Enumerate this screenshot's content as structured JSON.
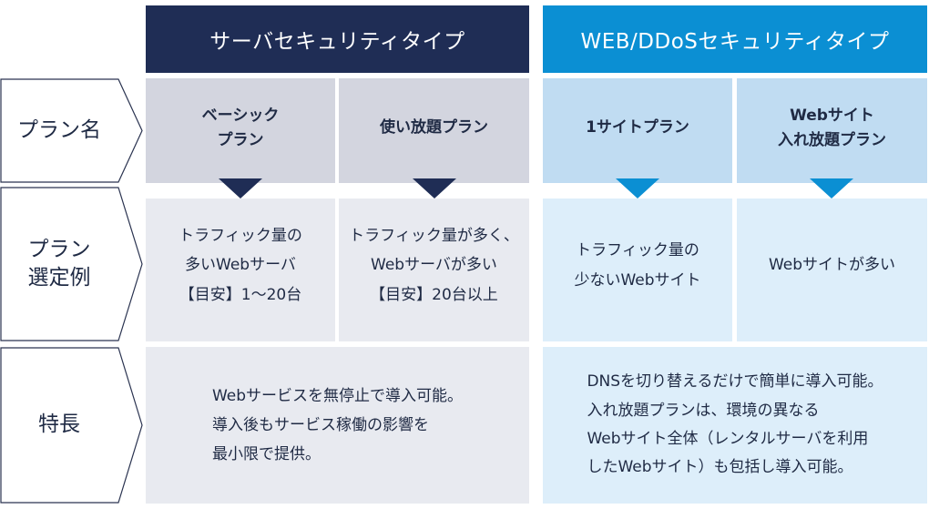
{
  "headers": {
    "server": "サーバセキュリティタイプ",
    "web": "WEB/DDoSセキュリティタイプ"
  },
  "rows": {
    "plan_name": "プラン名",
    "example": "プラン\n選定例",
    "features": "特長"
  },
  "plans": {
    "basic": "ベーシック\nプラン",
    "unlimited": "使い放題プラン",
    "one_site": "1サイトプラン",
    "web_unlimited": "Webサイト\n入れ放題プラン"
  },
  "examples": {
    "basic": "トラフィック量の\n多いWebサーバ\n【目安】1〜20台",
    "unlimited": "トラフィック量が多く、\nWebサーバが多い\n【目安】20台以上",
    "one_site": "トラフィック量の\n少ないWebサイト",
    "web_unlimited": "Webサイトが多い"
  },
  "features": {
    "server": "Webサービスを無停止で導入可能。\n導入後もサービス稼働の影響を\n最小限で提供。",
    "web": "DNSを切り替えるだけで簡単に導入可能。\n入れ放題プランは、環境の異なる\nWebサイト全体（レンタルサーバを利用\nしたWebサイト）も包括し導入可能。"
  },
  "colors": {
    "server_dark": "#1f2d55",
    "web_blue": "#0b8fd3"
  }
}
